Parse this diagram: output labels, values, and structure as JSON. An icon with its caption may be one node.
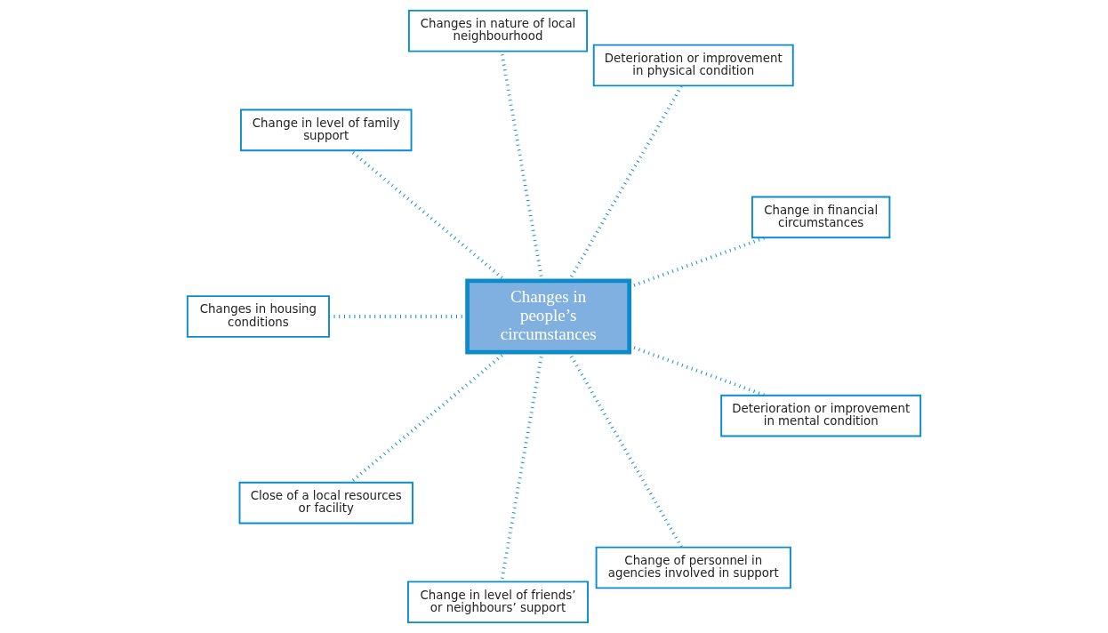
{
  "diagram": {
    "nodes": [
      {
        "text": [
          "Changes in people’s circumstances"
        ]
      },
      {
        "text": [
          "Change in financial circumstances"
        ]
      },
      {
        "text": [
          "Deterioration or improvement in physical condition"
        ]
      },
      {
        "text": [
          "Changes in nature of local neighbourhood"
        ]
      },
      {
        "text": [
          "Change in level of family support"
        ]
      },
      {
        "text": [
          "Changes in housing conditions"
        ]
      },
      {
        "text": [
          "Close of a local resources or facility"
        ]
      },
      {
        "text": [
          "Change in level of friends’ or neighbours’ support"
        ]
      },
      {
        "text": [
          "Change of personnel in agencies involved in support"
        ]
      },
      {
        "text": [
          "Deterioration or improvement in mental condition"
        ]
      }
    ],
    "edges": [
      {
        "from": 0,
        "to": 1,
        "arrow": "none"
      },
      {
        "from": 0,
        "to": 2,
        "arrow": "none"
      },
      {
        "from": 0,
        "to": 3,
        "arrow": "none"
      },
      {
        "from": 0,
        "to": 4,
        "arrow": "none"
      },
      {
        "from": 0,
        "to": 5,
        "arrow": "none"
      },
      {
        "from": 0,
        "to": 6,
        "arrow": "none"
      },
      {
        "from": 0,
        "to": 7,
        "arrow": "none"
      },
      {
        "from": 0,
        "to": 8,
        "arrow": "none"
      },
      {
        "from": 0,
        "to": 9,
        "arrow": "none"
      }
    ]
  }
}
